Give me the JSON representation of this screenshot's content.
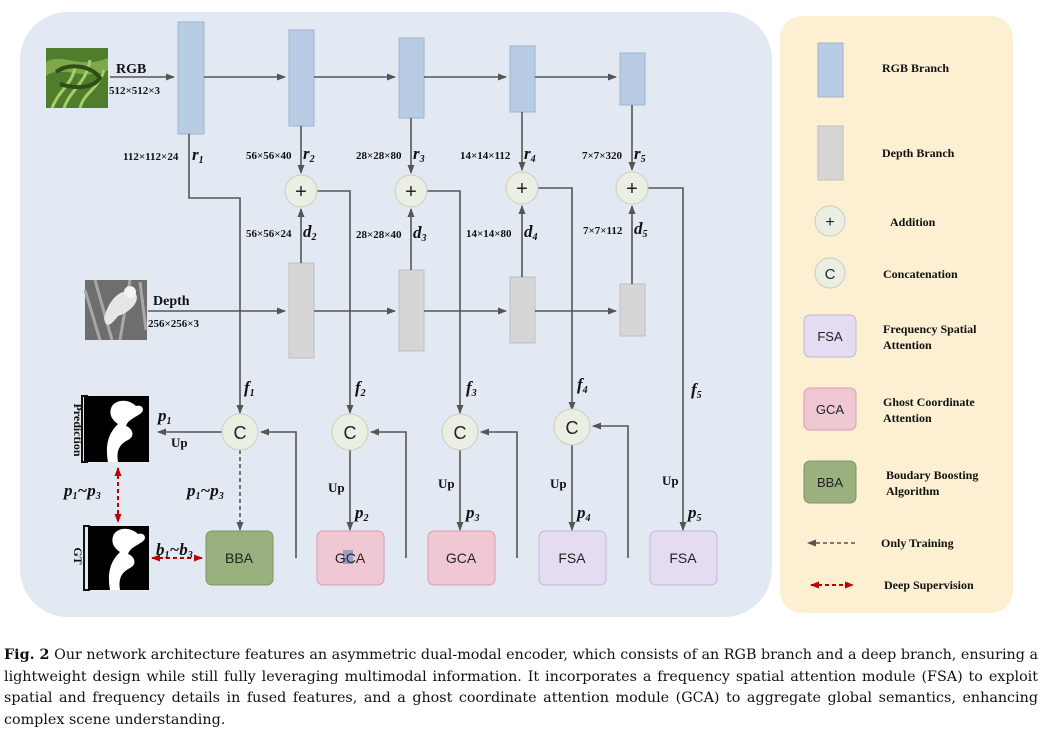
{
  "inputs": {
    "rgb_label": "RGB",
    "rgb_size": "512×512×3",
    "depth_label": "Depth",
    "depth_size": "256×256×3"
  },
  "rgb_features": [
    {
      "size": "112×112×24",
      "name": "r",
      "sub": "1"
    },
    {
      "size": "56×56×40",
      "name": "r",
      "sub": "2"
    },
    {
      "size": "28×28×80",
      "name": "r",
      "sub": "3"
    },
    {
      "size": "14×14×112",
      "name": "r",
      "sub": "4"
    },
    {
      "size": "7×7×320",
      "name": "r",
      "sub": "5"
    }
  ],
  "depth_features": [
    {
      "size": "56×56×24",
      "name": "d",
      "sub": "2"
    },
    {
      "size": "28×28×40",
      "name": "d",
      "sub": "3"
    },
    {
      "size": "14×14×80",
      "name": "d",
      "sub": "4"
    },
    {
      "size": "7×7×112",
      "name": "d",
      "sub": "5"
    }
  ],
  "fused": [
    {
      "name": "f",
      "sub": "1"
    },
    {
      "name": "f",
      "sub": "2"
    },
    {
      "name": "f",
      "sub": "3"
    },
    {
      "name": "f",
      "sub": "4"
    },
    {
      "name": "f",
      "sub": "5"
    }
  ],
  "preds": [
    {
      "name": "p",
      "sub": "1"
    },
    {
      "name": "p",
      "sub": "2"
    },
    {
      "name": "p",
      "sub": "3"
    },
    {
      "name": "p",
      "sub": "4"
    },
    {
      "name": "p",
      "sub": "5"
    }
  ],
  "symbols": {
    "plus": "+",
    "concat": "C"
  },
  "up_label": "Up",
  "range_p": {
    "a": "p",
    "as": "1",
    "sep": "~",
    "b": "p",
    "bs": "3"
  },
  "range_b": {
    "a": "b",
    "as": "1",
    "sep": "~",
    "b": "b",
    "bs": "3"
  },
  "prediction_label": "Prediction",
  "gt_label": "GT",
  "modules": {
    "bba": "BBA",
    "gca": "GCA",
    "fsa": "FSA"
  },
  "legend": {
    "rgb_branch": "RGB Branch",
    "depth_branch": "Depth Branch",
    "addition": "Addition",
    "concatenation": "Concatenation",
    "fsa_l1": "Frequency Spatial",
    "fsa_l2": "Attention",
    "gca_l1": "Ghost Coordinate",
    "gca_l2": "Attention",
    "bba_l1": "Boudary Boosting",
    "bba_l2": "Algorithm",
    "only_training": "Only Training",
    "deep_supervision": "Deep Supervision"
  },
  "caption": {
    "label": "Fig. 2",
    "text": "Our network architecture features an asymmetric dual-modal encoder, which consists of an RGB branch and a deep branch, ensuring a lightweight design while still fully leveraging multimodal information. It incorporates a frequency spatial attention module (FSA) to exploit spatial and frequency details in fused features, and a ghost coordinate attention module (GCA) to aggregate global semantics, enhancing complex scene understanding."
  },
  "colors": {
    "panel": "#e3e9f3",
    "legend_bg": "#fcefd2",
    "rgb_block": "#b8cce4",
    "depth_block": "#d6d6d6",
    "fsa": "#e4dcf0",
    "gca": "#f0c8d4",
    "bba": "#9bb07f",
    "red_arrow": "#c00000"
  }
}
